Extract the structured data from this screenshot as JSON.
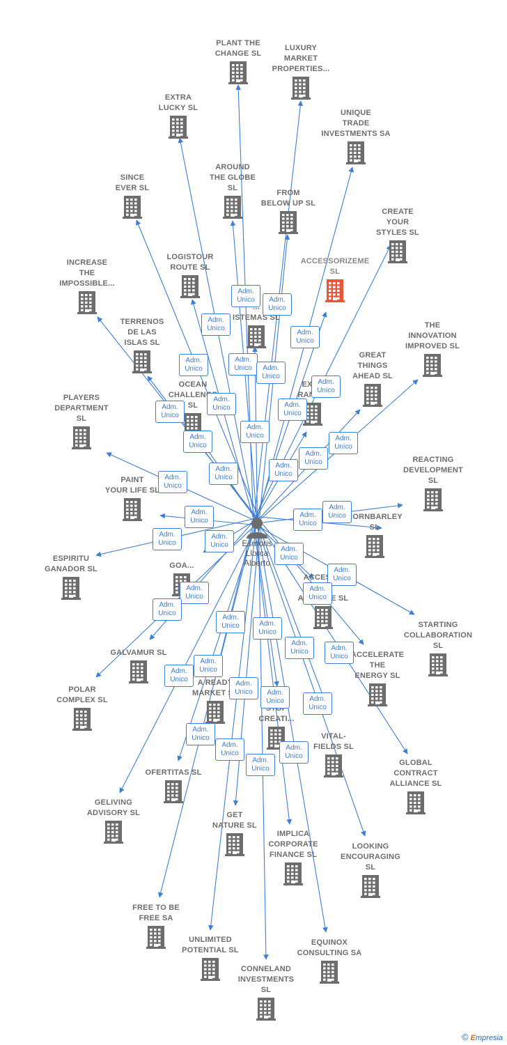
{
  "center": {
    "name": "Esmoris\nLlorca\nAlberto"
  },
  "badge": {
    "line1": "Adm.",
    "line2": "Unico"
  },
  "colors": {
    "edge": "#3d7fd6",
    "icon": "#6d6d6d",
    "highlight": "#e8573a"
  },
  "companies": [
    {
      "name": "PLANT THE\nCHANGE  SL"
    },
    {
      "name": "LUXURY\nMARKET\nPROPERTIES..."
    },
    {
      "name": "EXTRA\nLUCKY  SL"
    },
    {
      "name": "UNIQUE\nTRADE\nINVESTMENTS SA"
    },
    {
      "name": "AROUND\nTHE GLOBE\nSL"
    },
    {
      "name": "SINCE\nEVER  SL"
    },
    {
      "name": "FROM\nBELOW UP  SL"
    },
    {
      "name": "CREATE\nYOUR\nSTYLES  SL"
    },
    {
      "name": "ACCESSORIZEME\nSL",
      "highlight": true
    },
    {
      "name": "LOGISTOUR\nROUTE  SL"
    },
    {
      "name": "INCREASE\nTHE\nIMPOSSIBLE..."
    },
    {
      "name": "...\nISTEMAS  SL"
    },
    {
      "name": "THE\nINNOVATION\nIMPROVED  SL"
    },
    {
      "name": "TERRENOS\nDE LAS\nISLAS  SL"
    },
    {
      "name": "GREAT\nTHINGS\nAHEAD  SL"
    },
    {
      "name": "OCEAN\nCHALLENGE\nSL"
    },
    {
      "name": "EXP...\nRANG..."
    },
    {
      "name": "PLAYERS\nDEPARTMENT\nSL"
    },
    {
      "name": "REACTING\nDEVELOPMENT\nSL"
    },
    {
      "name": "PAINT\nYOUR LIFE  SL"
    },
    {
      "name": "CORNBARLEY\nSL"
    },
    {
      "name": "ESPIRITU\nGANADOR SL"
    },
    {
      "name": "GOA..."
    },
    {
      "name": "ACCESS 2\nTHE\nADVANCE  SL"
    },
    {
      "name": "STARTING\nCOLLABORATION\nSL"
    },
    {
      "name": "GALVAMUR  SL"
    },
    {
      "name": "ACCELERATE\nTHE\nENERGY  SL"
    },
    {
      "name": "POLAR\nCOMPLEX  SL"
    },
    {
      "name": "A READY\nMARKET  SL"
    },
    {
      "name": "NEVER\nSTOP\nCREATI..."
    },
    {
      "name": "VITAL-\nFIELDS SL"
    },
    {
      "name": "GLOBAL\nCONTRACT\nALLIANCE  SL"
    },
    {
      "name": "OFERTITAS  SL"
    },
    {
      "name": "GELIVING\nADVISORY  SL"
    },
    {
      "name": "GET\nNATURE  SL"
    },
    {
      "name": "IMPLICA\nCORPORATE\nFINANCE  SL"
    },
    {
      "name": "LOOKING\nENCOURAGING\nSL"
    },
    {
      "name": "FREE TO BE\nFREE SA"
    },
    {
      "name": "UNLIMITED\nPOTENTIAL  SL"
    },
    {
      "name": "EQUINOX\nCONSULTING SA"
    },
    {
      "name": "CONNELAND\nINVESTMENTS\nSL"
    }
  ],
  "footer": {
    "copyright": "©",
    "brand_initial": "E",
    "brand_rest": "mpresia"
  }
}
